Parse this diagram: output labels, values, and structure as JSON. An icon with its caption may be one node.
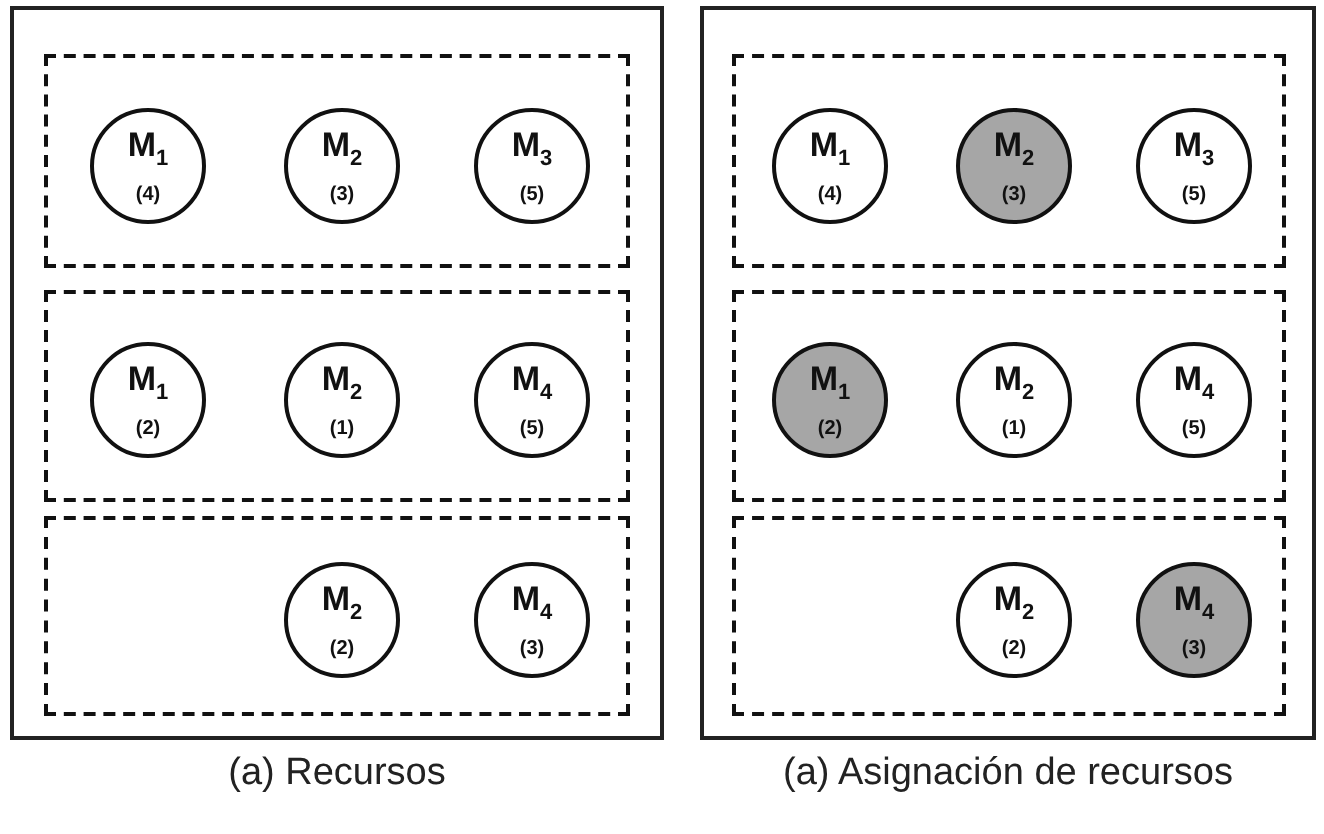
{
  "diagram": {
    "nodes": [
      {
        "text": [
          "(a) Recursos"
        ]
      },
      {
        "text": [],
        "shape": "box",
        "in": 0
      },
      {
        "text": [
          "M$_{1}$",
          "(4)"
        ],
        "in": 1
      },
      {
        "text": [
          "M$_{2}$",
          "(3)"
        ],
        "in": 1
      },
      {
        "text": [
          "M$_{3}$",
          "(5)"
        ],
        "in": 1
      },
      {
        "text": [],
        "shape": "box",
        "in": 0
      },
      {
        "text": [
          "M$_{1}$",
          "(2)"
        ],
        "in": 5
      },
      {
        "text": [
          "M$_{2}$",
          "(1)"
        ],
        "in": 5
      },
      {
        "text": [
          "M$_{4}$",
          "(5)"
        ],
        "in": 5
      },
      {
        "text": [],
        "shape": "box",
        "in": 0
      },
      {
        "text": [
          "M$_{2}$",
          "(2)"
        ],
        "in": 9
      },
      {
        "text": [
          "M$_{4}$",
          "(3)"
        ],
        "in": 9
      },
      {
        "text": [
          "(a) Asignación de recursos"
        ]
      },
      {
        "text": [],
        "shape": "box",
        "in": 12
      },
      {
        "text": [
          "M$_{1}$",
          "(4)"
        ],
        "in": 13
      },
      {
        "text": [
          "M$_{2}$",
          "(3)"
        ],
        "in": 13
      },
      {
        "text": [
          "M$_{3}$",
          "(5)"
        ],
        "in": 13
      },
      {
        "text": [],
        "shape": "box",
        "in": 12
      },
      {
        "text": [
          "M$_{1}$",
          "(2)"
        ],
        "in": 17
      },
      {
        "text": [
          "M$_{2}$",
          "(1)"
        ],
        "in": 17
      },
      {
        "text": [
          "M$_{4}$",
          "(5)"
        ],
        "in": 17
      },
      {
        "text": [],
        "shape": "box",
        "in": 12
      },
      {
        "text": [
          "M$_{2}$",
          "(2)"
        ],
        "in": 21
      },
      {
        "text": [
          "M$_{4}$",
          "(3)"
        ],
        "in": 21
      }
    ],
    "edges": []
  }
}
